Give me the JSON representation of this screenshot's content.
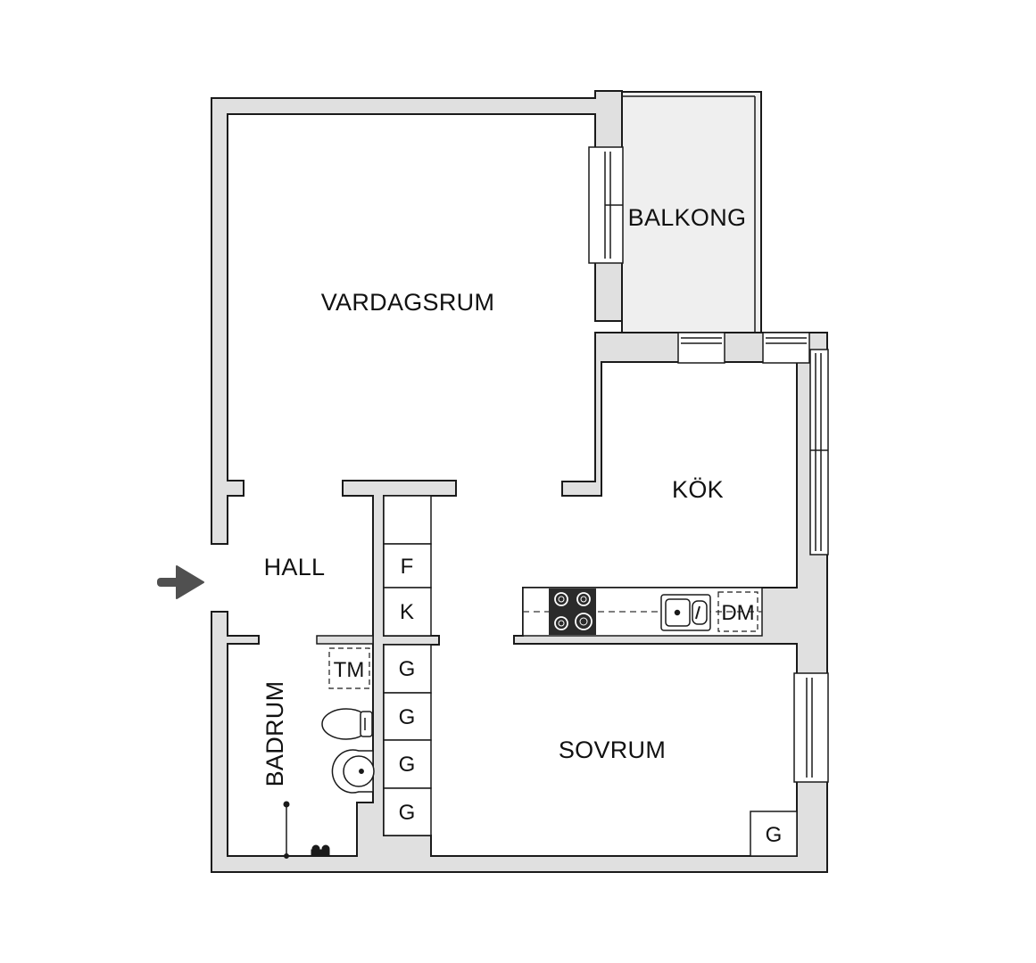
{
  "colors": {
    "wall": "#e0e0e0",
    "stroke": "#1a1a1a",
    "balcony": "#efefef",
    "floor": "#ffffff",
    "arrow": "#505050",
    "stove": "#2b2b2b"
  },
  "rooms": {
    "vardagsrum": "VARDAGSRUM",
    "balkong": "BALKONG",
    "kok": "KÖK",
    "hall": "HALL",
    "badrum": "BADRUM",
    "sovrum": "SOVRUM"
  },
  "fixtures": {
    "f": "F",
    "k": "K",
    "g1": "G",
    "g2": "G",
    "g3": "G",
    "g4": "G",
    "g5": "G",
    "tm": "TM",
    "dm": "DM"
  },
  "icons": {
    "entrance": "arrow-right-icon",
    "stove": "stove-icon",
    "sink": "sink-icon",
    "toilet": "toilet-icon",
    "washbasin": "washbasin-icon",
    "shower": "shower-icon"
  }
}
